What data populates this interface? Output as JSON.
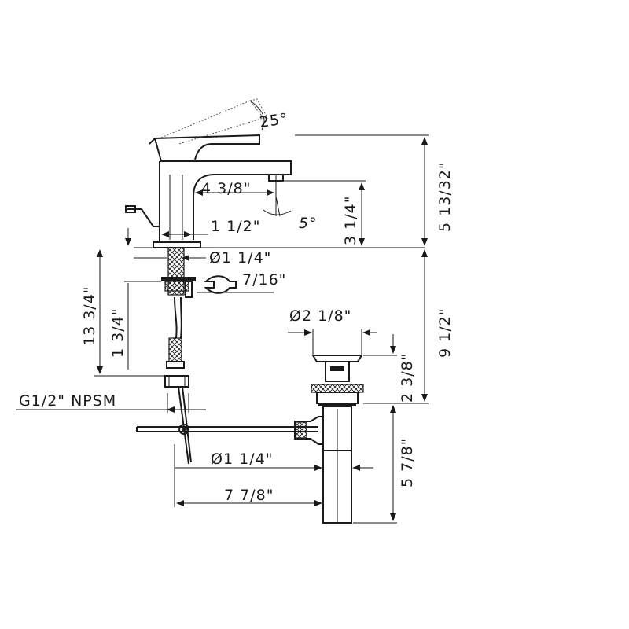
{
  "labels": {
    "lever_angle": "25°",
    "spout_angle": "5°",
    "total_height": "5 13/32\"",
    "spout_reach": "4 3/8\"",
    "spout_height": "3 1/4\"",
    "body_width": "1 1/2\"",
    "shank_diameter": "Ø1 1/4\"",
    "nut_wrench": "7/16\"",
    "shank_length": "13 3/4\"",
    "hose_length": "1 3/4\"",
    "thread": "G1/2\" NPSM",
    "drain_diameter": "Ø2 1/8\"",
    "drain_height": "2 3/8\"",
    "below_deck": "9 1/2\"",
    "tailpiece_length": "5 7/8\"",
    "tailpiece_diameter": "Ø1 1/4\"",
    "lift_rod_reach": "7 7/8\""
  }
}
